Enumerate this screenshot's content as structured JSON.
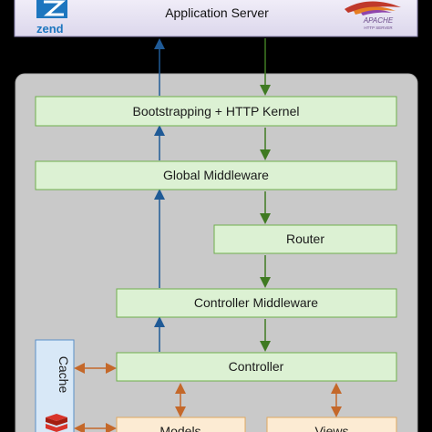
{
  "colors": {
    "background": "#000000",
    "server_fill": "#e9e5f4",
    "server_border": "#8f88b5",
    "panel_fill": "#c9c9c9",
    "panel_border": "#aaaaaa",
    "box_fill": "#dcf1d3",
    "box_border": "#6fae4d",
    "cache_fill": "#d8e8f7",
    "cache_border": "#5a8fc7",
    "lower_fill": "#fcebd3",
    "lower_border": "#e0a860",
    "arrow_up": "#1f5a96",
    "arrow_down": "#3f7a22",
    "arrow_side": "#c4682a",
    "zend_blue": "#1d76bf",
    "apache_text": "#6b4a8a"
  },
  "top_bar": {
    "title": "Application Server",
    "logo_left_text": "zend",
    "logo_right_text": "APACHE",
    "logo_right_subtext": "HTTP SERVER"
  },
  "boxes": {
    "kernel": "Bootstrapping + HTTP Kernel",
    "global_middleware": "Global Middleware",
    "router": "Router",
    "controller_middleware": "Controller Middleware",
    "controller": "Controller",
    "cache": "Cache",
    "models": "Models",
    "views": "Views"
  }
}
